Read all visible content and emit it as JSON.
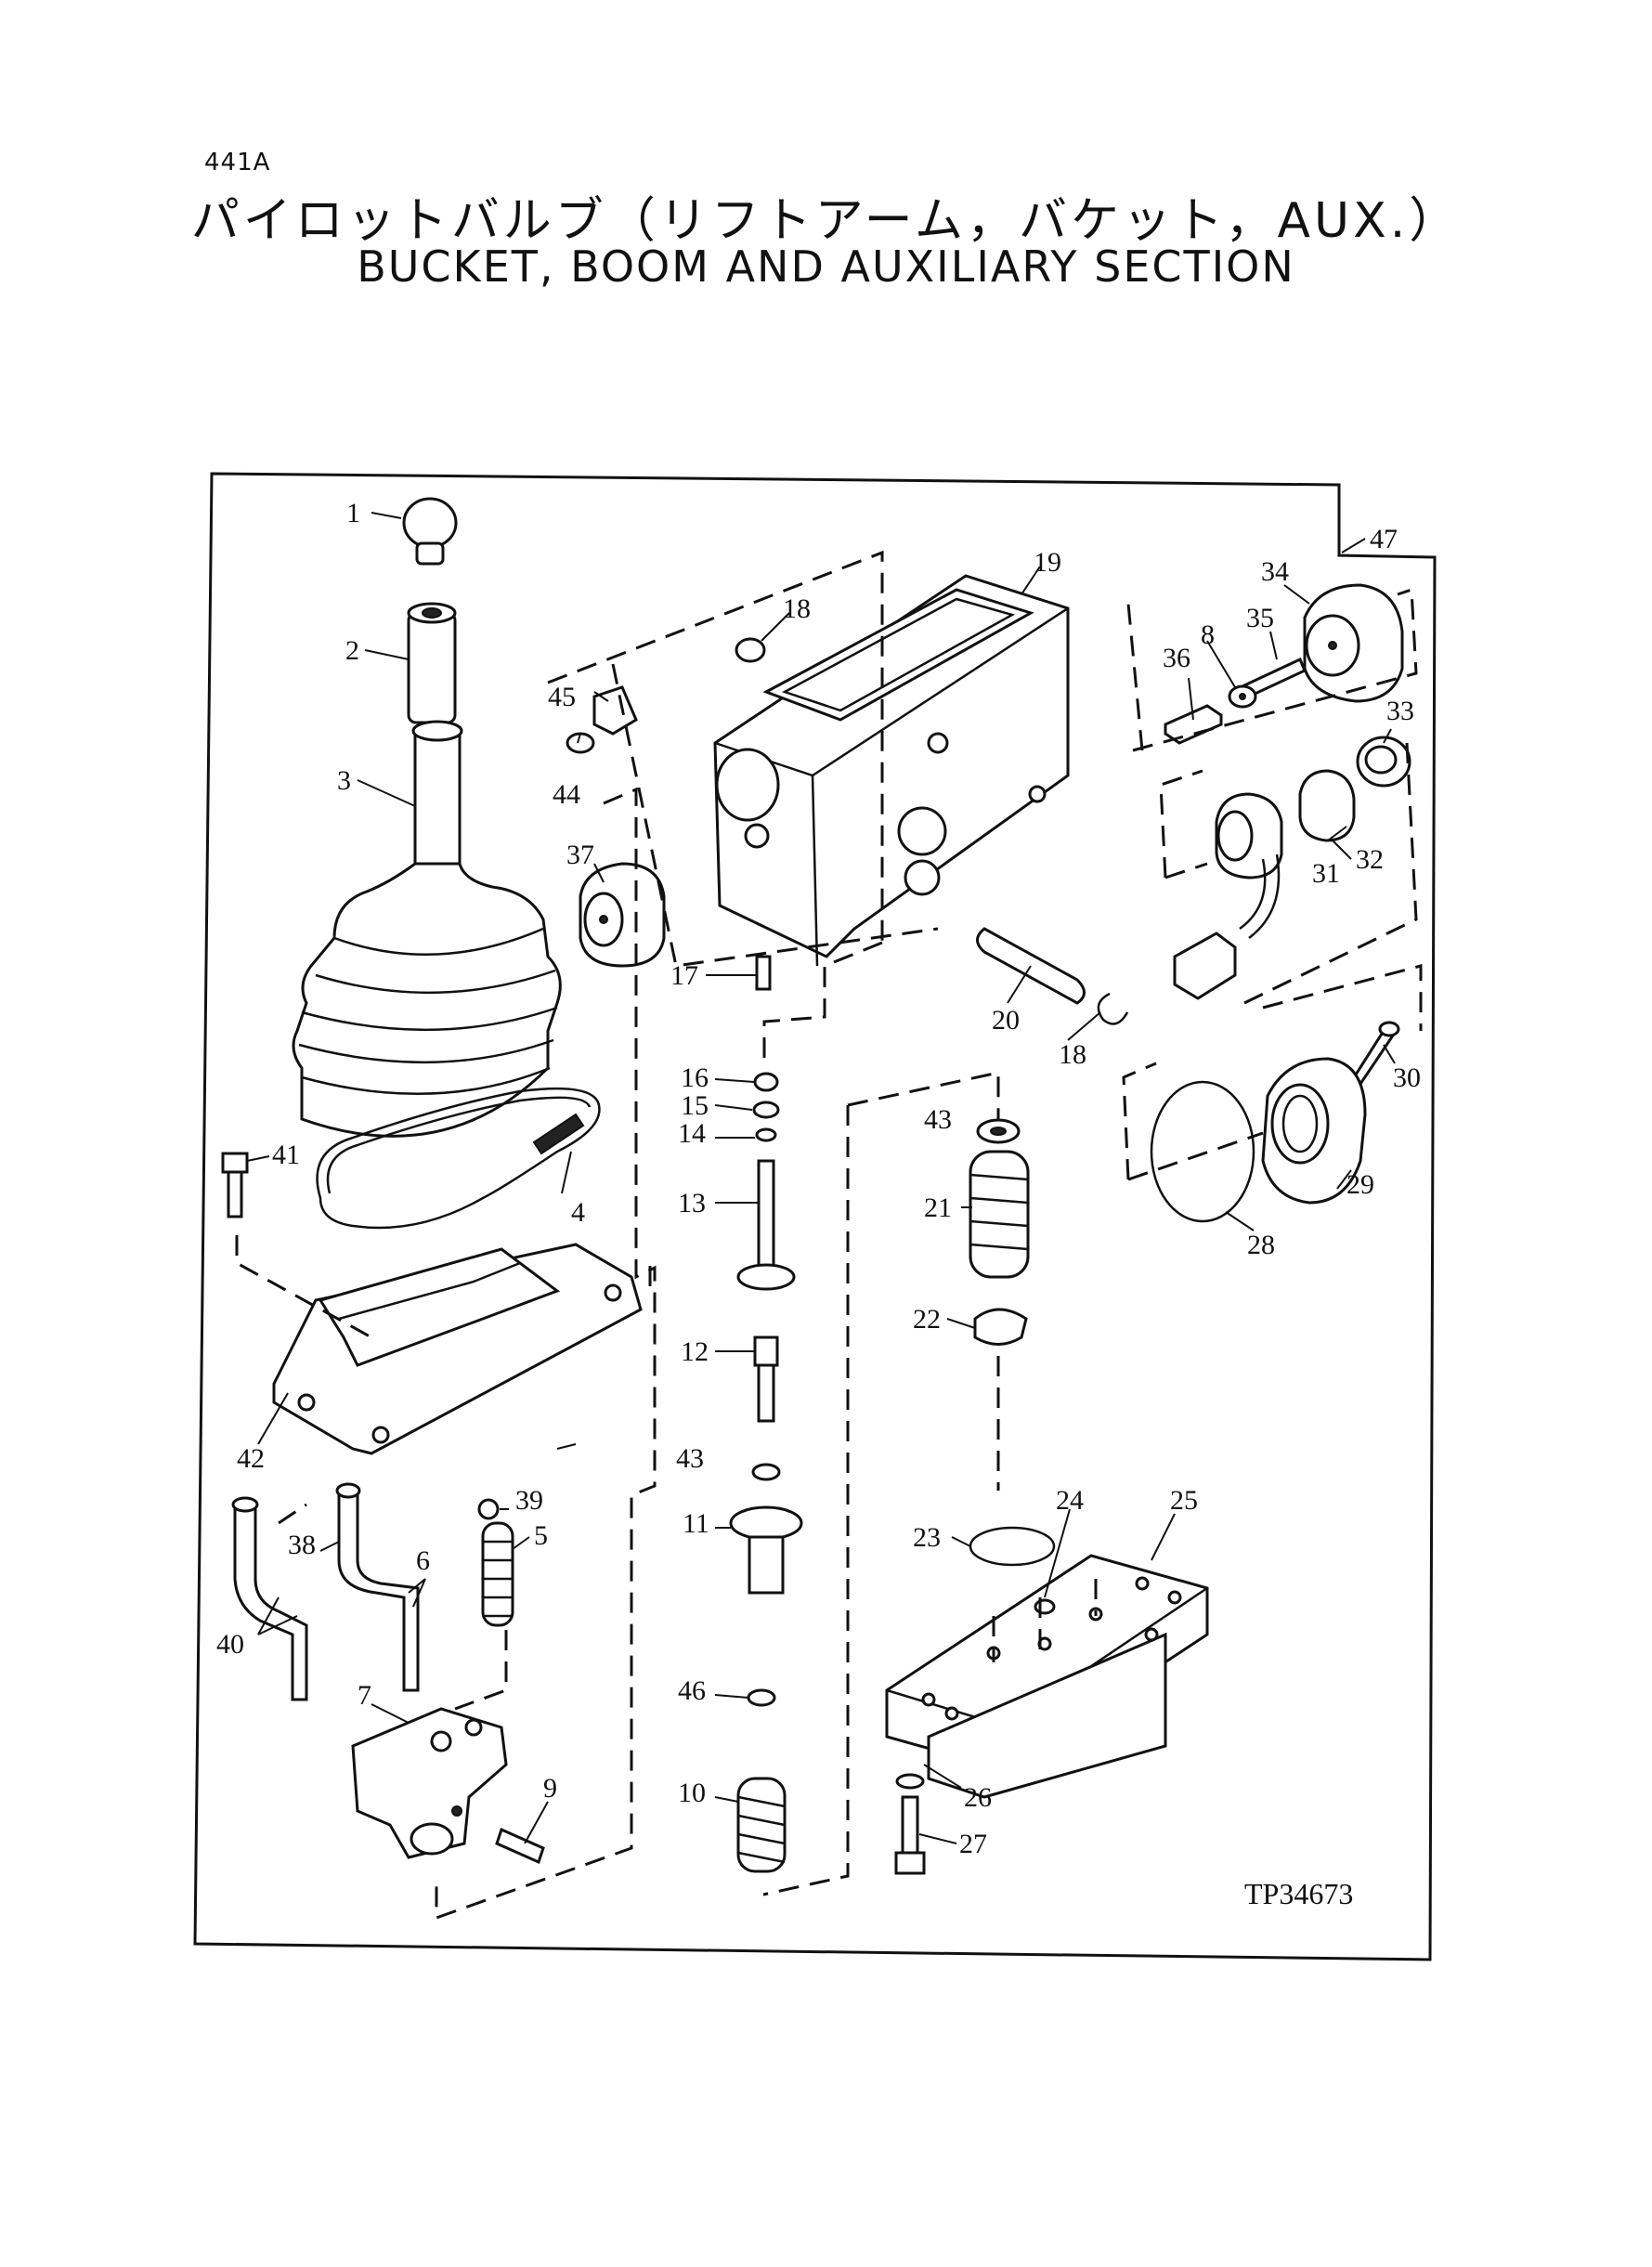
{
  "page_code": "441A",
  "title_jp": "パイロットバルブ（リフトアーム，バケット，AUX.）",
  "title_en": "BUCKET, BOOM AND AUXILIARY SECTION",
  "figure_number": "TP34673",
  "callouts": {
    "c1": "1",
    "c2": "2",
    "c3": "3",
    "c4": "4",
    "c5": "5",
    "c6": "6",
    "c7": "7",
    "c8": "8",
    "c9": "9",
    "c10": "10",
    "c11": "11",
    "c12": "12",
    "c13": "13",
    "c14": "14",
    "c15": "15",
    "c16": "16",
    "c17": "17",
    "c18a": "18",
    "c18b": "18",
    "c19": "19",
    "c20": "20",
    "c21": "21",
    "c22": "22",
    "c23": "23",
    "c24": "24",
    "c25": "25",
    "c26": "26",
    "c27": "27",
    "c28": "28",
    "c29": "29",
    "c30": "30",
    "c31": "31",
    "c32": "32",
    "c33": "33",
    "c34": "34",
    "c35": "35",
    "c36": "36",
    "c37": "37",
    "c38": "38",
    "c39": "39",
    "c40": "40",
    "c41": "41",
    "c42": "42",
    "c43a": "43",
    "c43b": "43",
    "c44": "44",
    "c45": "45",
    "c46": "46",
    "c47": "47"
  }
}
